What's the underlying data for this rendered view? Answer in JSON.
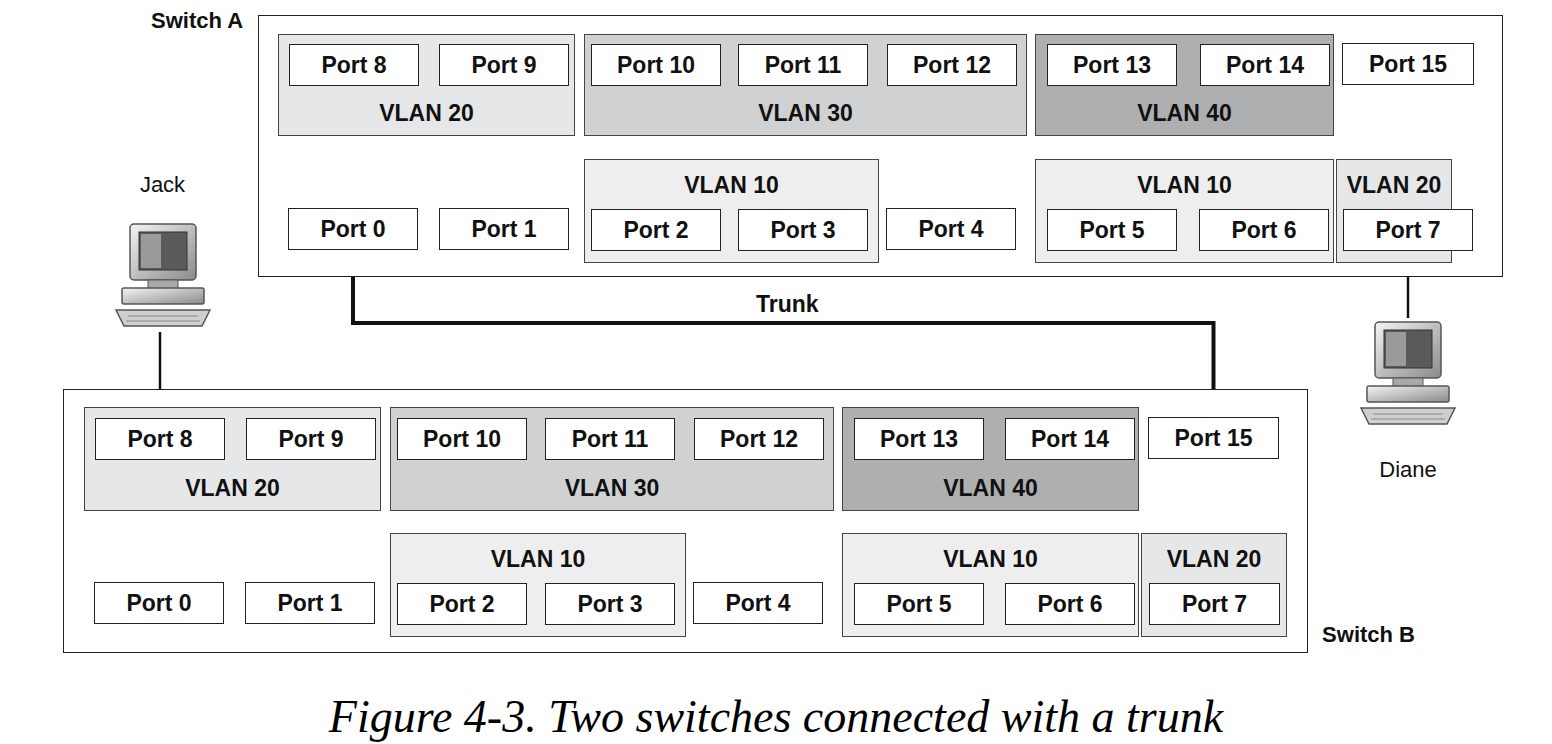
{
  "diagram": {
    "caption": "Figure 4-3. Two switches connected with a trunk",
    "nodes": [
      {
        "text": [
          "Switch A"
        ]
      },
      {
        "text": [
          "VLAN 20"
        ],
        "in": 0
      },
      {
        "text": [
          "Port 8"
        ],
        "in": 1
      },
      {
        "text": [
          "Port 9"
        ],
        "in": 1
      },
      {
        "text": [
          "VLAN 30"
        ],
        "in": 0
      },
      {
        "text": [
          "Port 10"
        ],
        "in": 4
      },
      {
        "text": [
          "Port 11"
        ],
        "in": 4
      },
      {
        "text": [
          "Port 12"
        ],
        "in": 4
      },
      {
        "text": [
          "VLAN 40"
        ],
        "in": 0
      },
      {
        "text": [
          "Port 13"
        ],
        "in": 8
      },
      {
        "text": [
          "Port 14"
        ],
        "in": 8
      },
      {
        "text": [
          "Port 15"
        ],
        "in": 0
      },
      {
        "text": [
          "Port 0"
        ],
        "in": 0
      },
      {
        "text": [
          "Port 1"
        ],
        "in": 0
      },
      {
        "text": [
          "VLAN 10"
        ],
        "in": 0
      },
      {
        "text": [
          "Port 2"
        ],
        "in": 14
      },
      {
        "text": [
          "Port 3"
        ],
        "in": 14
      },
      {
        "text": [
          "Port 4"
        ],
        "in": 0
      },
      {
        "text": [
          "VLAN 10"
        ],
        "in": 0
      },
      {
        "text": [
          "Port 5"
        ],
        "in": 18
      },
      {
        "text": [
          "Port 6"
        ],
        "in": 18
      },
      {
        "text": [
          "VLAN 20"
        ],
        "in": 0
      },
      {
        "text": [
          "Port 7"
        ],
        "in": 21
      },
      {
        "text": [
          "Jack"
        ]
      },
      {
        "text": [
          "Switch B"
        ]
      },
      {
        "text": [
          "VLAN 20"
        ],
        "in": 24
      },
      {
        "text": [
          "Port 8"
        ],
        "in": 25
      },
      {
        "text": [
          "Port 9"
        ],
        "in": 25
      },
      {
        "text": [
          "VLAN 30"
        ],
        "in": 24
      },
      {
        "text": [
          "Port 10"
        ],
        "in": 28
      },
      {
        "text": [
          "Port 11"
        ],
        "in": 28
      },
      {
        "text": [
          "Port 12"
        ],
        "in": 28
      },
      {
        "text": [
          "VLAN 40"
        ],
        "in": 24
      },
      {
        "text": [
          "Port 13"
        ],
        "in": 32
      },
      {
        "text": [
          "Port 14"
        ],
        "in": 32
      },
      {
        "text": [
          "Port 15"
        ],
        "in": 24
      },
      {
        "text": [
          "Port 0"
        ],
        "in": 24
      },
      {
        "text": [
          "Port 1"
        ],
        "in": 24
      },
      {
        "text": [
          "VLAN 10"
        ],
        "in": 24
      },
      {
        "text": [
          "Port 2"
        ],
        "in": 38
      },
      {
        "text": [
          "Port 3"
        ],
        "in": 38
      },
      {
        "text": [
          "Port 4"
        ],
        "in": 24
      },
      {
        "text": [
          "VLAN 10"
        ],
        "in": 24
      },
      {
        "text": [
          "Port 5"
        ],
        "in": 42
      },
      {
        "text": [
          "Port 6"
        ],
        "in": 42
      },
      {
        "text": [
          "VLAN 20"
        ],
        "in": 24
      },
      {
        "text": [
          "Port 7"
        ],
        "in": 45
      },
      {
        "text": [
          "Diane"
        ]
      }
    ],
    "edges": [
      {
        "from": 12,
        "to": 35,
        "arrow": "none",
        "label": "Trunk"
      },
      {
        "from": 23,
        "to": 26,
        "arrow": "none"
      },
      {
        "from": 22,
        "to": 47,
        "arrow": "none"
      }
    ]
  }
}
